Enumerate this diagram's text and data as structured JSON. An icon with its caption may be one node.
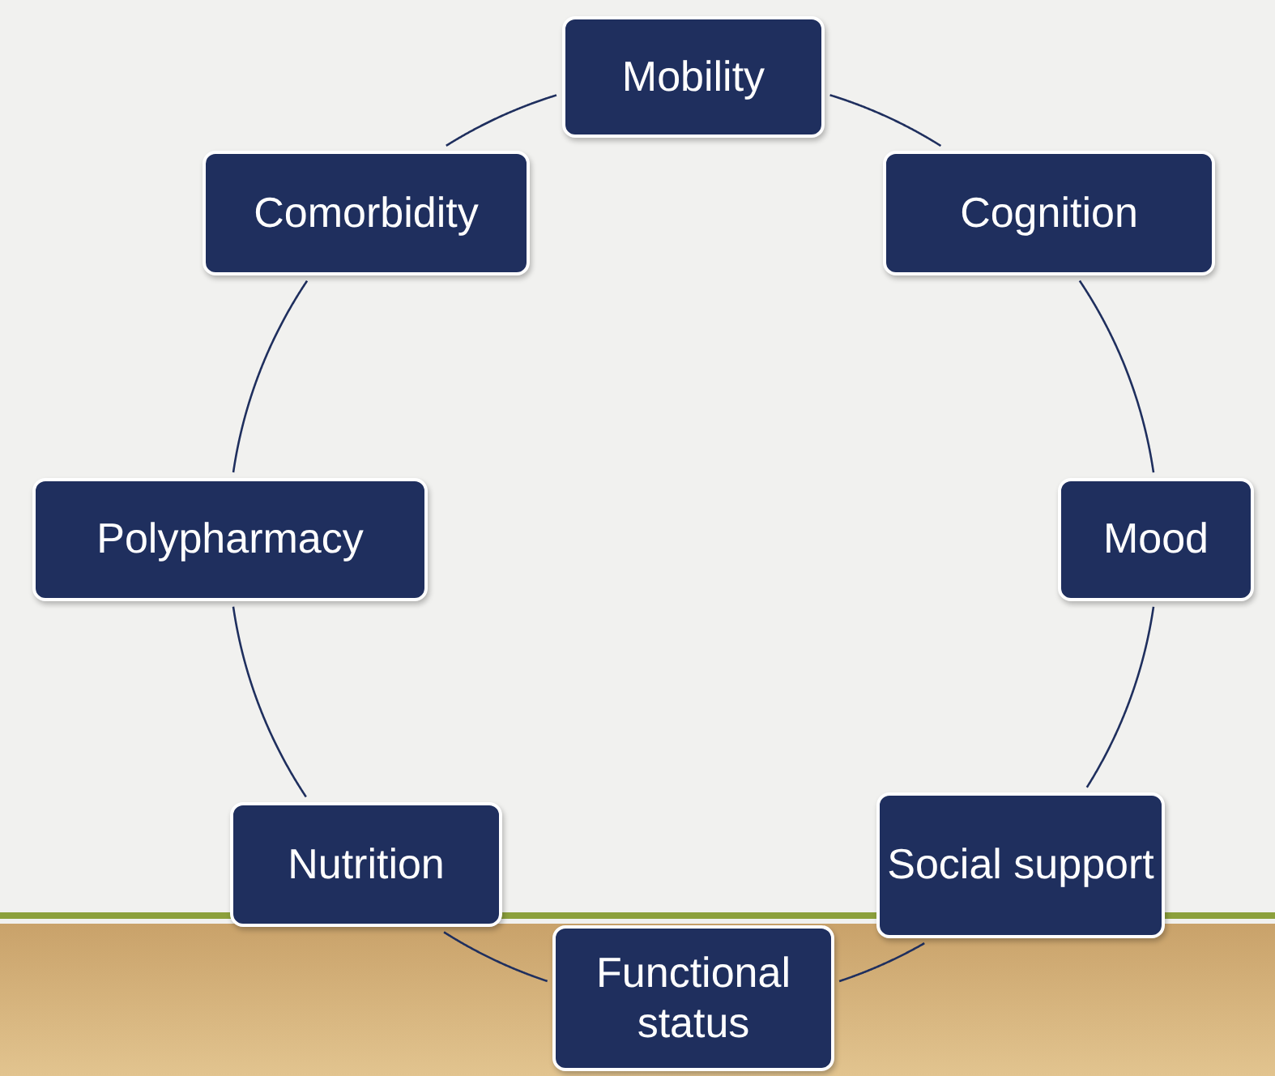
{
  "diagram": {
    "nodes": [
      {
        "text": [
          "Mobility"
        ]
      },
      {
        "text": [
          "Cognition"
        ]
      },
      {
        "text": [
          "Mood"
        ]
      },
      {
        "text": [
          "Social support"
        ]
      },
      {
        "text": [
          "Functional status"
        ]
      },
      {
        "text": [
          "Nutrition"
        ]
      },
      {
        "text": [
          "Polypharmacy"
        ]
      },
      {
        "text": [
          "Comorbidity"
        ]
      }
    ],
    "edges": [
      {
        "from": 0,
        "to": 1,
        "arrow": "none"
      },
      {
        "from": 1,
        "to": 2,
        "arrow": "none"
      },
      {
        "from": 2,
        "to": 3,
        "arrow": "none"
      },
      {
        "from": 3,
        "to": 4,
        "arrow": "none"
      },
      {
        "from": 4,
        "to": 5,
        "arrow": "none"
      },
      {
        "from": 5,
        "to": 6,
        "arrow": "none"
      },
      {
        "from": 6,
        "to": 7,
        "arrow": "none"
      },
      {
        "from": 7,
        "to": 0,
        "arrow": "none"
      }
    ]
  }
}
